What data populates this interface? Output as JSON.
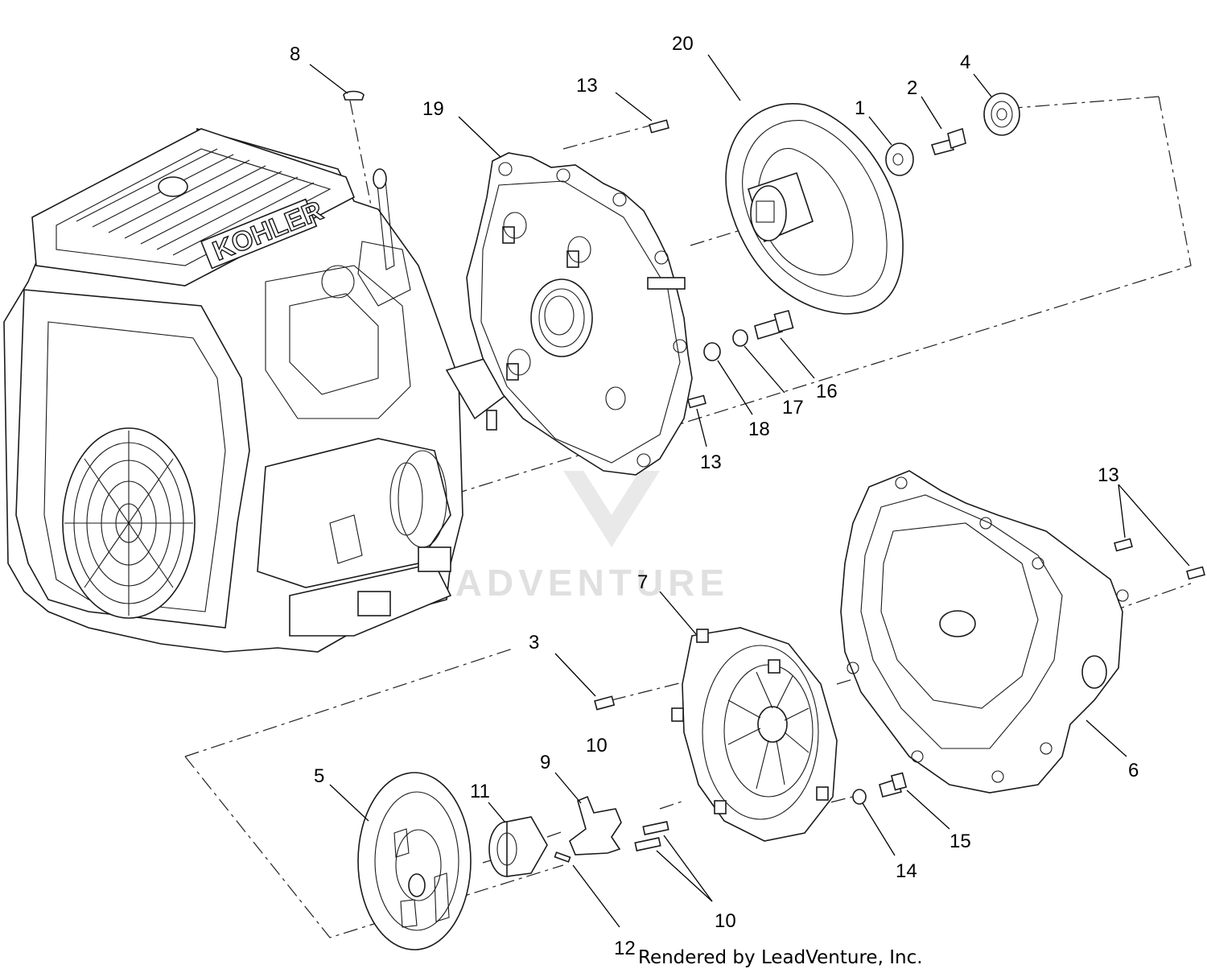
{
  "callouts": [
    {
      "id": "c8",
      "text": "8"
    },
    {
      "id": "c13a",
      "text": "13"
    },
    {
      "id": "c19",
      "text": "19"
    },
    {
      "id": "c20",
      "text": "20"
    },
    {
      "id": "c1",
      "text": "1"
    },
    {
      "id": "c2",
      "text": "2"
    },
    {
      "id": "c4",
      "text": "4"
    },
    {
      "id": "c16",
      "text": "16"
    },
    {
      "id": "c17",
      "text": "17"
    },
    {
      "id": "c18",
      "text": "18"
    },
    {
      "id": "c13b",
      "text": "13"
    },
    {
      "id": "c13c",
      "text": "13"
    },
    {
      "id": "c7",
      "text": "7"
    },
    {
      "id": "c3",
      "text": "3"
    },
    {
      "id": "c10a",
      "text": "10"
    },
    {
      "id": "c9",
      "text": "9"
    },
    {
      "id": "c5",
      "text": "5"
    },
    {
      "id": "c11",
      "text": "11"
    },
    {
      "id": "c6",
      "text": "6"
    },
    {
      "id": "c15",
      "text": "15"
    },
    {
      "id": "c14",
      "text": "14"
    },
    {
      "id": "c10b",
      "text": "10"
    },
    {
      "id": "c12",
      "text": "12"
    }
  ],
  "engine_brand": "KOHLER",
  "watermark": "LEADVENTURE",
  "footer": "Rendered by LeadVenture, Inc."
}
